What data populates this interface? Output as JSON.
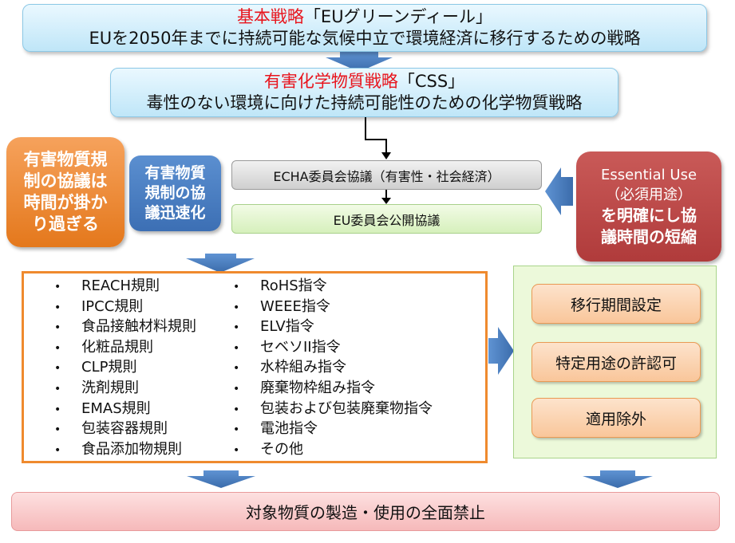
{
  "strategy": {
    "name": "基本戦略",
    "title": "「EUグリーンディール」",
    "desc": "EUを2050年までに持続可能な気候中立で環境経済に移行するための戦略"
  },
  "css": {
    "name": "有害化学物質戦略",
    "title": "「CSS」",
    "desc": "毒性のない環境に向けた持続可能性のための化学物質戦略"
  },
  "orange_side": [
    "有害物質規",
    "制の協議は",
    "時間が掛か",
    "り過ぎる"
  ],
  "blue_side": [
    "有害物質",
    "規制の協",
    "議迅速化"
  ],
  "red_side": {
    "line1": "Essential Use",
    "line2": "（必須用途）",
    "line3": "を明確にし協",
    "line4": "議時間の短縮"
  },
  "echa": "ECHA委員会協議（有害性・社会経済）",
  "eu_consult": "EU委員会公開協議",
  "regulations_left": [
    "REACH規則",
    "IPCC規則",
    "食品接触材料規則",
    "化粧品規則",
    "CLP規則",
    "洗剤規則",
    "EMAS規則",
    "包装容器規則",
    "食品添加物規則"
  ],
  "regulations_right": [
    "RoHS指令",
    "WEEE指令",
    "ELV指令",
    "セベソII指令",
    "水枠組み指令",
    "廃棄物枠組み指令",
    "包装および包装廃棄物指令",
    "電池指令",
    "その他"
  ],
  "measures": [
    "移行期間設定",
    "特定用途の許認可",
    "適用除外"
  ],
  "final": "対象物質の製造・使用の全面禁止",
  "colors": {
    "accent_red": "#e8141c",
    "arrow_blue": "#3f73b5",
    "list_border": "#ef8a2e"
  }
}
